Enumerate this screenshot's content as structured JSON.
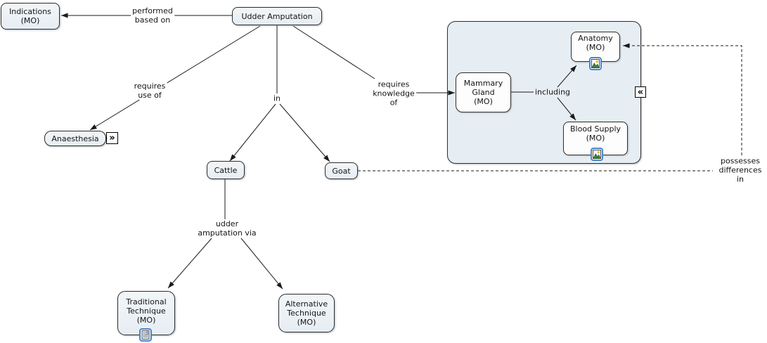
{
  "nodes": {
    "indications": {
      "label": "Indications\n(MO)"
    },
    "udder_amputation": {
      "label": "Udder Amputation"
    },
    "anaesthesia": {
      "label": "Anaesthesia"
    },
    "cattle": {
      "label": "Cattle"
    },
    "goat": {
      "label": "Goat"
    },
    "traditional_technique": {
      "label": "Traditional\nTechnique\n(MO)"
    },
    "alternative_technique": {
      "label": "Alternative\nTechnique\n(MO)"
    },
    "mammary_gland": {
      "label": "Mammary\nGland\n(MO)"
    },
    "anatomy": {
      "label": "Anatomy\n(MO)"
    },
    "blood_supply": {
      "label": "Blood Supply\n(MO)"
    }
  },
  "links": {
    "performed_based_on": "performed\nbased on",
    "requires_use_of": "requires\nuse of",
    "in": "in",
    "requires_knowledge_of": "requires\nknowledge\nof",
    "udder_amputation_via": "udder\namputation via",
    "including": "including",
    "possesses_differences_in": "possesses\ndifferences\nin"
  },
  "icons": {
    "anaesthesia_link_glyph": "»",
    "container_collapse_glyph": "«",
    "anatomy_resource": "image-icon",
    "blood_supply_resource": "image-icon",
    "traditional_resource": "document-icon"
  },
  "colors": {
    "node_fill": "#e6edf3",
    "node_border": "#2e2e2e",
    "container_fill": "#e7eef3",
    "inner_node_fill": "#fdfdfd",
    "resource_icon_border": "#4a86c8",
    "line_color": "#1a1a1a",
    "canvas_bg": "#ffffff"
  }
}
